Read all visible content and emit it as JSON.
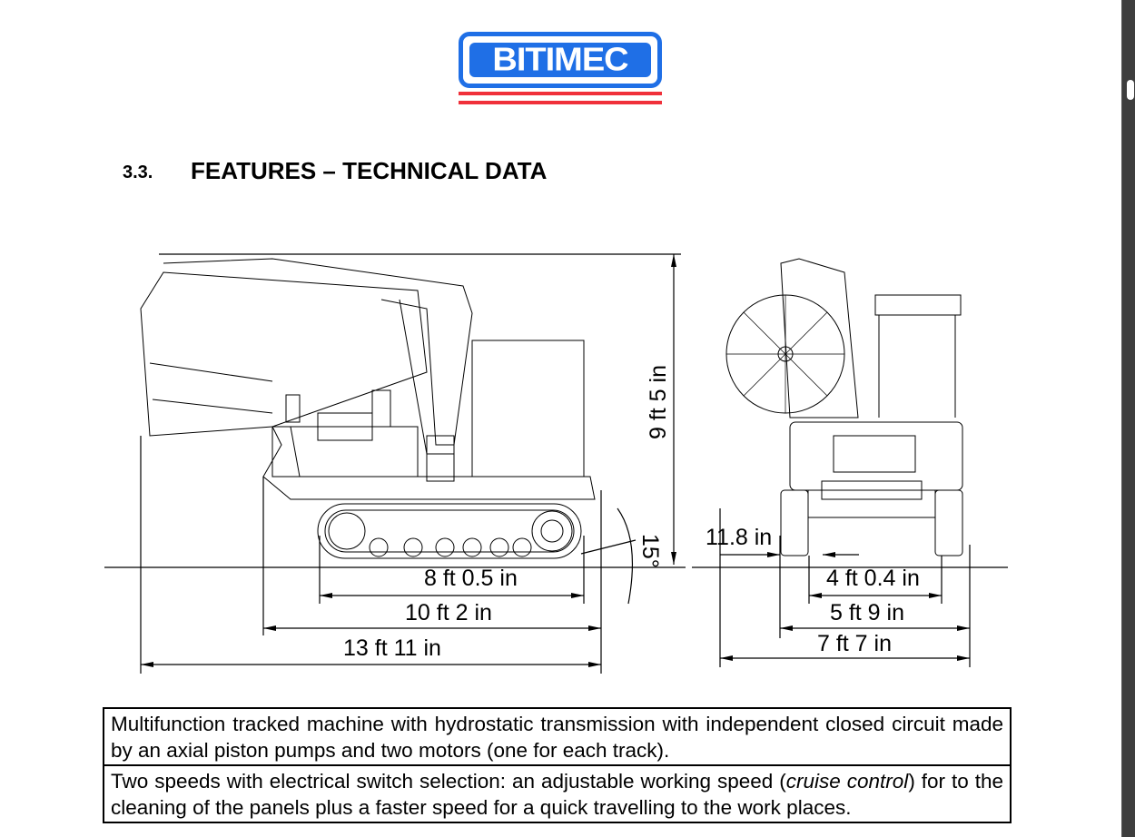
{
  "logo": {
    "text": "BITIMEC"
  },
  "section": {
    "number": "3.3.",
    "title": "FEATURES – TECHNICAL DATA"
  },
  "dimensions": {
    "height": "9 ft 5 in",
    "track_length": "8 ft 0.5 in",
    "body_length": "10 ft 2 in",
    "overall_length": "13 ft 11 in",
    "angle": "15°",
    "ground_clearance": "11.8 in",
    "track_gauge": "4 ft 0.4 in",
    "track_width": "5 ft 9 in",
    "overall_width": "7 ft 7 in"
  },
  "table": {
    "rows": [
      {
        "text": "Multifunction tracked machine with hydrostatic transmission with independent closed circuit made by an axial piston pumps and two motors (one for each track)."
      },
      {
        "pre": "Two speeds with electrical switch selection: an adjustable working speed (",
        "italic": "cruise control",
        "post": ") for to the cleaning of the panels plus a faster speed for a quick travelling to the work places."
      }
    ]
  },
  "colors": {
    "logo_blue": "#1f6fe6",
    "logo_red": "#f0303a",
    "scrollbar": "#3e3e3e"
  }
}
